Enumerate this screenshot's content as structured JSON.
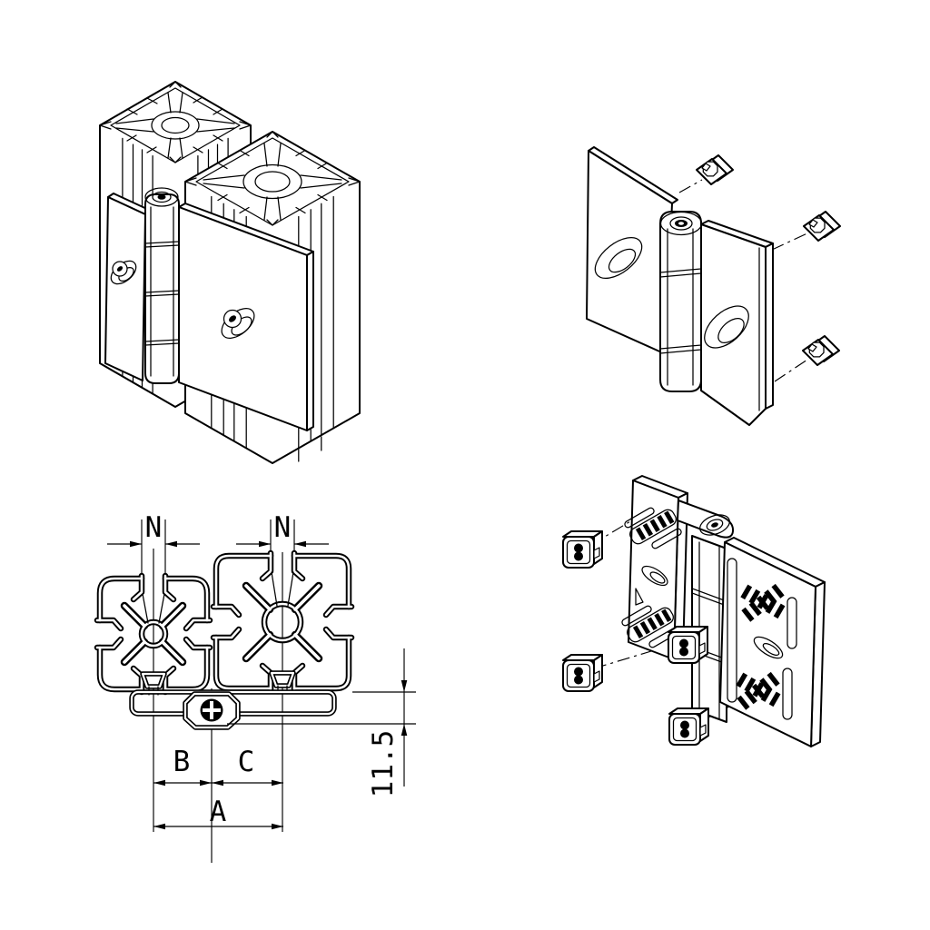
{
  "canvas": {
    "background": "#ffffff",
    "line_color": "#000000"
  },
  "section_view": {
    "dim_n_left": "N",
    "dim_n_right": "N",
    "dim_b": "B",
    "dim_c": "C",
    "dim_a": "A",
    "dim_offset": "11.5"
  }
}
